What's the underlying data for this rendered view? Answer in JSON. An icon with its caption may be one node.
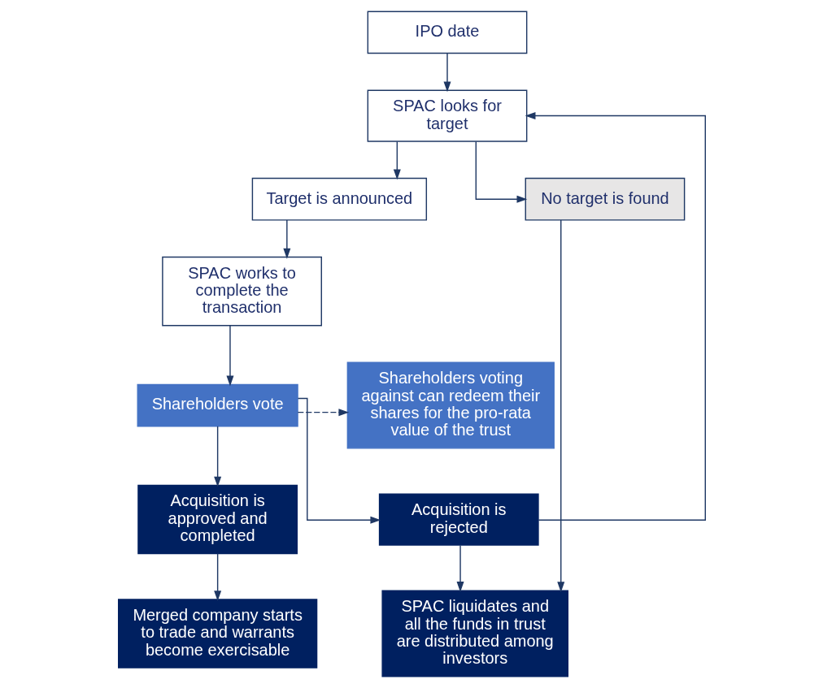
{
  "diagram": {
    "nodes": [
      {
        "text": [
          "IPO date"
        ]
      },
      {
        "text": [
          "SPAC looks for target"
        ]
      },
      {
        "text": [
          "Target is announced"
        ]
      },
      {
        "text": [
          "SPAC works to complete the transaction"
        ]
      },
      {
        "text": [
          "Shareholders vote"
        ]
      },
      {
        "text": [
          "Shareholders voting against can redeem their shares for the pro-rata value of the trust"
        ]
      },
      {
        "text": [
          "Acquisition is approved and completed"
        ]
      },
      {
        "text": [
          "Acquisition is rejected"
        ]
      },
      {
        "text": [
          "Merged company starts to trade and warrants become exercisable"
        ]
      },
      {
        "text": [
          "SPAC liquidates and all the funds in trust are distributed among investors"
        ]
      },
      {
        "text": [
          "No target is found"
        ]
      }
    ],
    "edges": [
      {
        "from": 0,
        "to": 1,
        "arrow": "to"
      },
      {
        "from": 1,
        "to": 2,
        "arrow": "to"
      },
      {
        "from": 2,
        "to": 3,
        "arrow": "to"
      },
      {
        "from": 3,
        "to": 4,
        "arrow": "to"
      },
      {
        "from": 4,
        "to": 5,
        "arrow": "to",
        "style": "dashed"
      },
      {
        "from": 4,
        "to": 6,
        "arrow": "to"
      },
      {
        "from": 4,
        "to": 7,
        "arrow": "to"
      },
      {
        "from": 7,
        "to": 1,
        "arrow": "to"
      },
      {
        "from": 1,
        "to": 10,
        "arrow": "to"
      },
      {
        "from": 6,
        "to": 8,
        "arrow": "to"
      },
      {
        "from": 7,
        "to": 9,
        "arrow": "to"
      },
      {
        "from": 10,
        "to": 9,
        "arrow": "to"
      }
    ]
  }
}
